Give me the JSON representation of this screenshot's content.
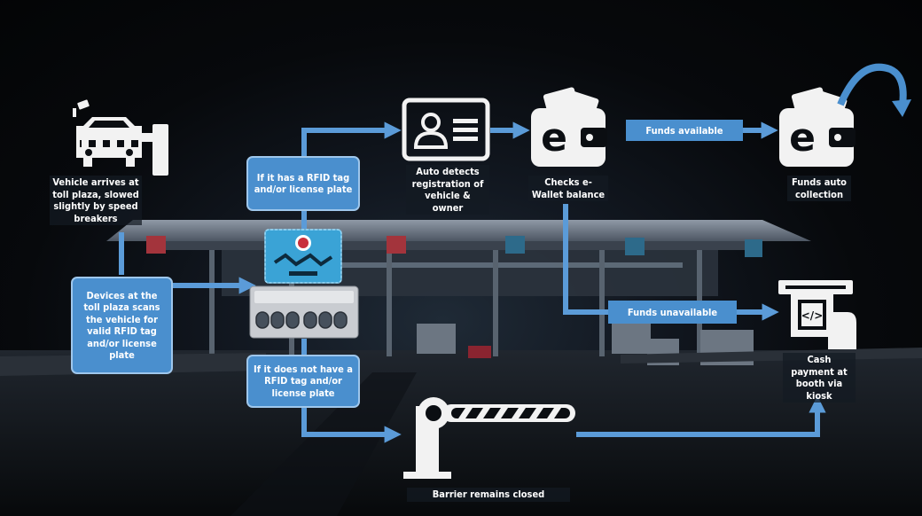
{
  "nodes": {
    "vehicle_arrives": "Vehicle arrives at toll plaza, slowed slightly by speed breakers",
    "devices_scan": "Devices at the toll plaza scans the vehicle for valid RFID tag and/or license plate",
    "has_tag": "If it has a RFID tag and/or license plate",
    "no_tag": "If it does not have a RFID tag and/or license plate",
    "auto_detects": "Auto detects registration of vehicle & owner",
    "checks_wallet": "Checks e-Wallet balance",
    "funds_available": "Funds available",
    "funds_auto_collection": "Funds auto collection",
    "funds_unavailable": "Funds unavailable",
    "cash_payment": "Cash payment at booth via kiosk",
    "barrier_closed": "Barrier remains closed"
  },
  "colors": {
    "accent": "#4a8fce",
    "accent_border": "#9fc7ec",
    "icon": "#f2f2f2"
  },
  "icons": [
    "car-at-barrier-icon",
    "rfid-card-icon",
    "rfid-reader-device-icon",
    "id-card-icon",
    "e-wallet-icon",
    "cash-kiosk-icon",
    "barrier-gate-icon",
    "curved-arrow-icon"
  ]
}
